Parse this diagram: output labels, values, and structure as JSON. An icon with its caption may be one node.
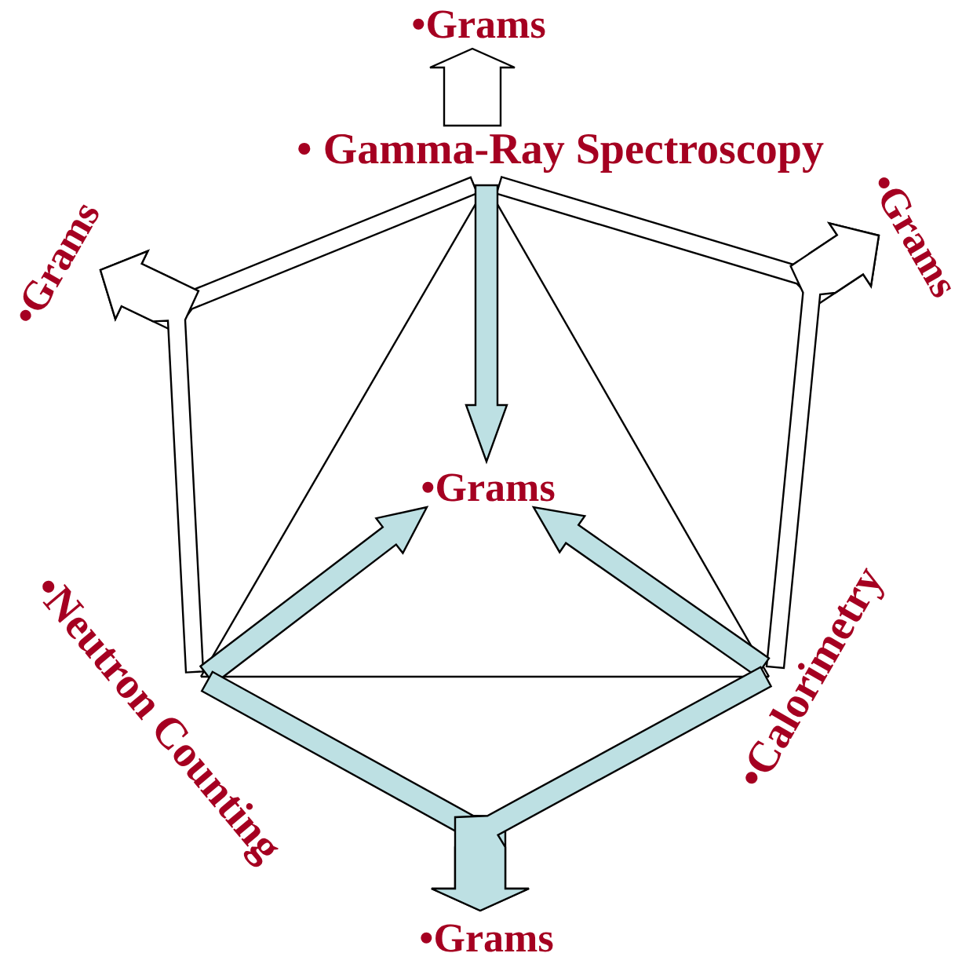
{
  "diagram": {
    "nodes": [
      {
        "text": [
          "• Gamma-Ray Spectroscopy"
        ]
      },
      {
        "text": [
          "•Neutron Counting"
        ]
      },
      {
        "text": [
          "•Calorimetry"
        ]
      },
      {
        "text": [
          "•Grams"
        ]
      },
      {
        "text": [
          "•Grams"
        ]
      },
      {
        "text": [
          "•Grams"
        ]
      },
      {
        "text": [
          "•Grams"
        ]
      },
      {
        "text": [
          "•Grams"
        ]
      }
    ],
    "edges": [
      {
        "from": 0,
        "to": 3,
        "arrow": "to",
        "style": "thick"
      },
      {
        "from": 0,
        "to": 4,
        "arrow": "to",
        "style": "thick"
      },
      {
        "from": 1,
        "to": 4,
        "arrow": "to",
        "style": "thick"
      },
      {
        "from": 0,
        "to": 5,
        "arrow": "to",
        "style": "thick"
      },
      {
        "from": 2,
        "to": 5,
        "arrow": "to",
        "style": "thick"
      },
      {
        "from": 0,
        "to": 6,
        "arrow": "to",
        "style": "thick",
        "color": "#bde0e3"
      },
      {
        "from": 1,
        "to": 6,
        "arrow": "to",
        "style": "thick",
        "color": "#bde0e3"
      },
      {
        "from": 2,
        "to": 6,
        "arrow": "to",
        "style": "thick",
        "color": "#bde0e3"
      },
      {
        "from": 1,
        "to": 7,
        "arrow": "to",
        "style": "thick",
        "color": "#bde0e3"
      },
      {
        "from": 2,
        "to": 7,
        "arrow": "to",
        "style": "thick",
        "color": "#bde0e3"
      },
      {
        "from": 0,
        "to": 1,
        "arrow": "none"
      },
      {
        "from": 0,
        "to": 2,
        "arrow": "none"
      },
      {
        "from": 1,
        "to": 2,
        "arrow": "none"
      }
    ]
  }
}
